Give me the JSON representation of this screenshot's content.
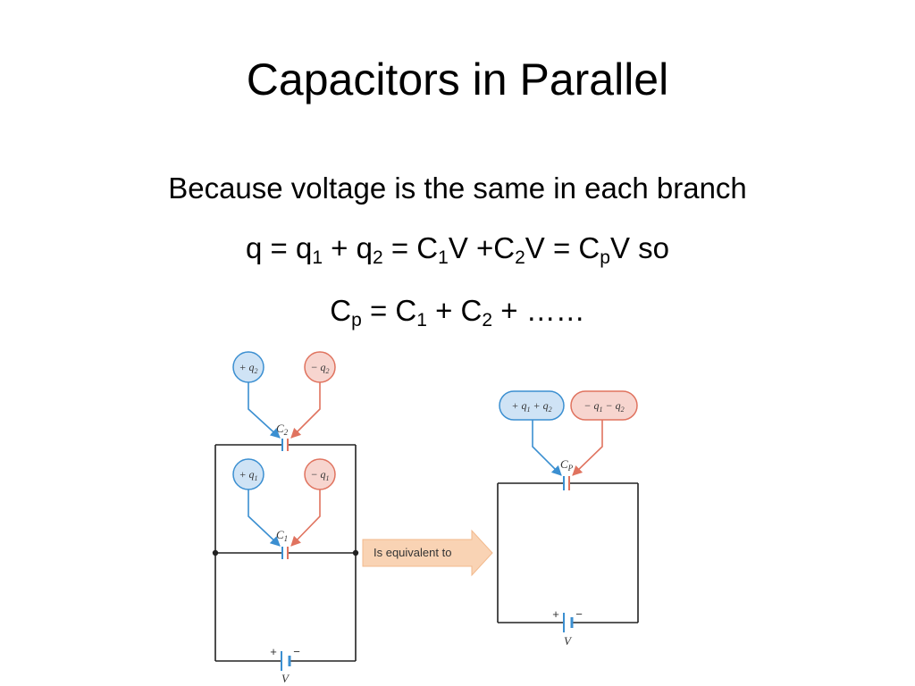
{
  "title": "Capacitors in Parallel",
  "body": {
    "line1": "Because voltage is the same in each branch",
    "line2": {
      "t1": "q = q",
      "s1": "1",
      "t2": " + q",
      "s2": "2",
      "t3": " = C",
      "s3": "1",
      "t4": "V +C",
      "s4": "2",
      "t5": "V = C",
      "s5": "p",
      "t6": "V so"
    },
    "line3": {
      "t1": "C",
      "s1": "p",
      "t2": " = C",
      "s2": "1",
      "t3": " + C",
      "s3": "2",
      "t4": " + ……"
    }
  },
  "diagram": {
    "left": {
      "c2_pos": "+ q",
      "c2_pos_sub": "2",
      "c2_neg": "− q",
      "c2_neg_sub": "2",
      "c2_label": "C",
      "c2_label_sub": "2",
      "c1_pos": "+ q",
      "c1_pos_sub": "1",
      "c1_neg": "− q",
      "c1_neg_sub": "1",
      "c1_label": "C",
      "c1_label_sub": "1",
      "battery_plus": "+",
      "battery_minus": "−",
      "battery_label": "V"
    },
    "arrow_label": "Is equivalent to",
    "right": {
      "pos_a": "+ q",
      "pos_a_sub": "1",
      "pos_b": " + q",
      "pos_b_sub": "2",
      "neg_a": "− q",
      "neg_a_sub": "1",
      "neg_b": " − q",
      "neg_b_sub": "2",
      "cp_label": "C",
      "cp_label_sub": "P",
      "battery_plus": "+",
      "battery_minus": "−",
      "battery_label": "V"
    },
    "colors": {
      "positive_fill": "#cfe3f5",
      "positive_stroke": "#3b8fd1",
      "negative_fill": "#f7d5cf",
      "negative_stroke": "#e0735f",
      "wire": "#222222",
      "arrow_fill": "#f9d3b4",
      "battery": "#3b8fd1"
    }
  }
}
